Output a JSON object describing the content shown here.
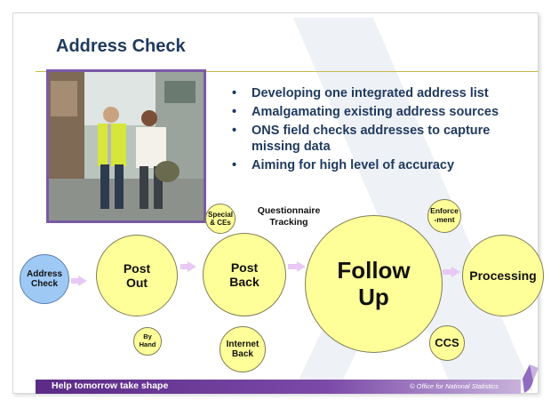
{
  "slide": {
    "title": "Address Check",
    "bullets": [
      "Developing one integrated address list",
      "Amalgamating existing address sources",
      "ONS field checks addresses to capture missing data",
      "Aiming for high level of accuracy"
    ],
    "bullet_symbol": "•",
    "photo": "photo of two field workers walking along a street"
  },
  "diagram": {
    "nodes": {
      "address_check": "Address Check",
      "post_out": "Post Out",
      "post_back": "Post Back",
      "follow_up": "Follow Up",
      "processing": "Processing",
      "special_ces": "Special & CEs",
      "by_hand": "By Hand",
      "internet_back": "Internet Back",
      "enforcement": "Enforce -ment",
      "ccs": "CCS"
    },
    "caption": "Questionnaire Tracking"
  },
  "footer": {
    "tagline": "Help tomorrow take shape",
    "copyright": "© Office for National Statistics"
  },
  "colors": {
    "title": "#1f3a5f",
    "bubble_yellow": "#ffff99",
    "bubble_blue": "#9ec9f5",
    "photo_border": "#7a5aa6",
    "footer": "#5b2b86",
    "arrow": "#e8c8f5"
  }
}
